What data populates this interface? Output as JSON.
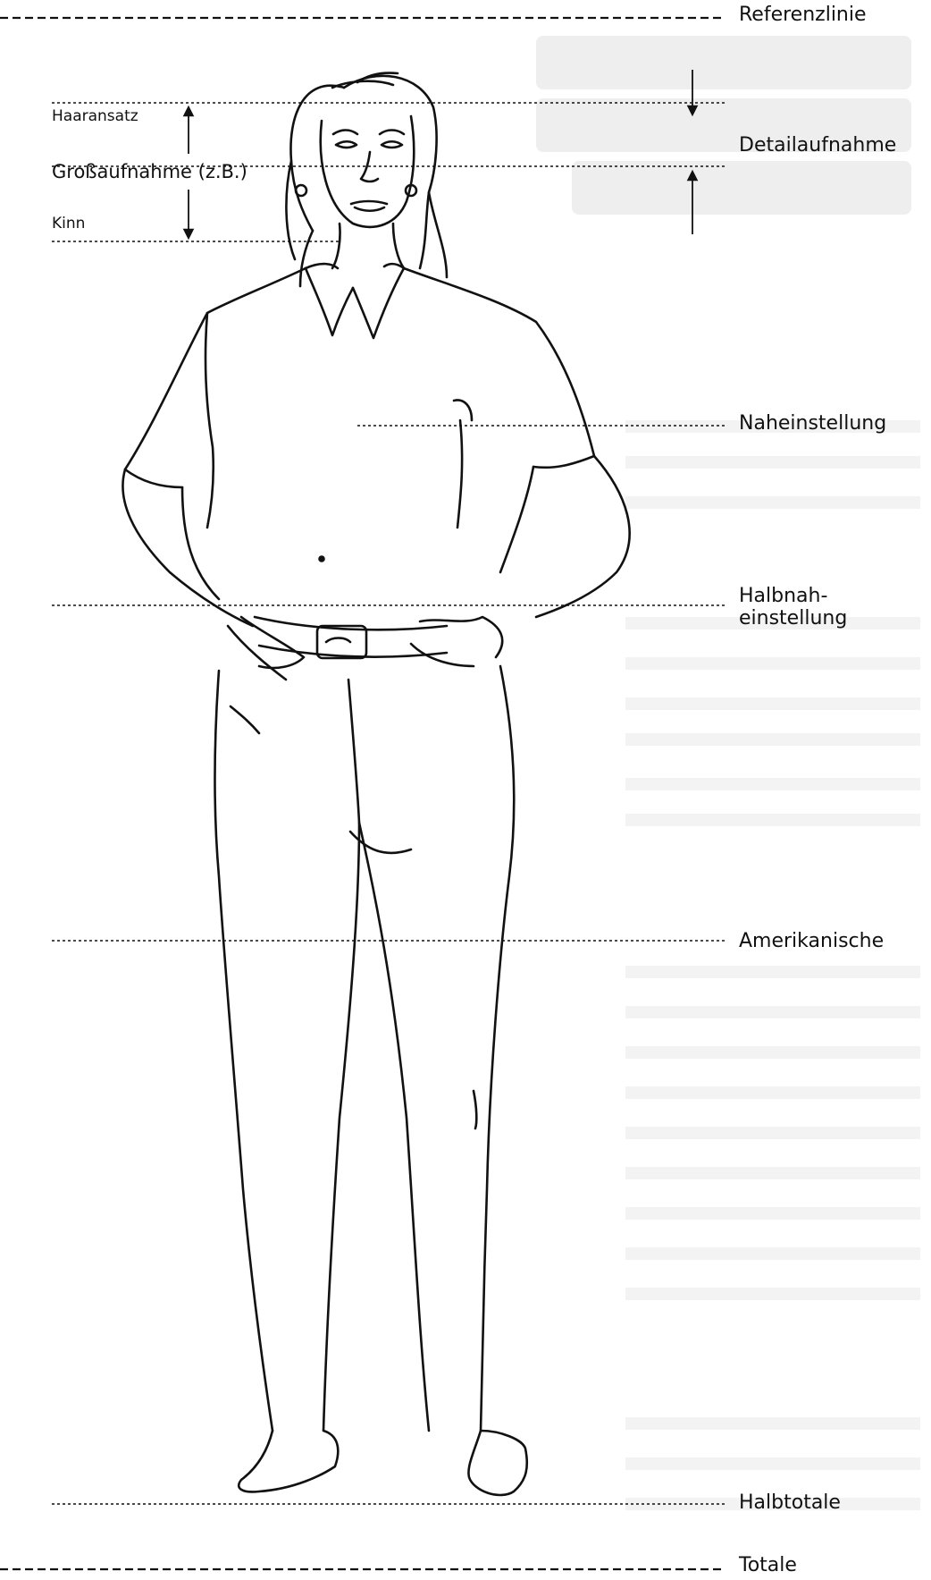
{
  "levels_right": [
    {
      "id": "referenzlinie",
      "text": "Referenzlinie"
    },
    {
      "id": "detailaufnahme",
      "text": "Detailaufnahme"
    },
    {
      "id": "naheinstellung",
      "text": "Naheinstellung"
    },
    {
      "id": "halbnah",
      "text": "Halbnah-\neinstellung"
    },
    {
      "id": "amerikanische",
      "text": "Amerikanische"
    },
    {
      "id": "halbtotale",
      "text": "Halbtotale"
    },
    {
      "id": "totale",
      "text": "Totale"
    }
  ],
  "levels_left": {
    "haaransatz": "Haaransatz",
    "grossaufnahme": "Großaufnahme (z.B.)",
    "kinn": "Kinn"
  },
  "colors": {
    "ink": "#111111",
    "ghost": "#ececec"
  }
}
